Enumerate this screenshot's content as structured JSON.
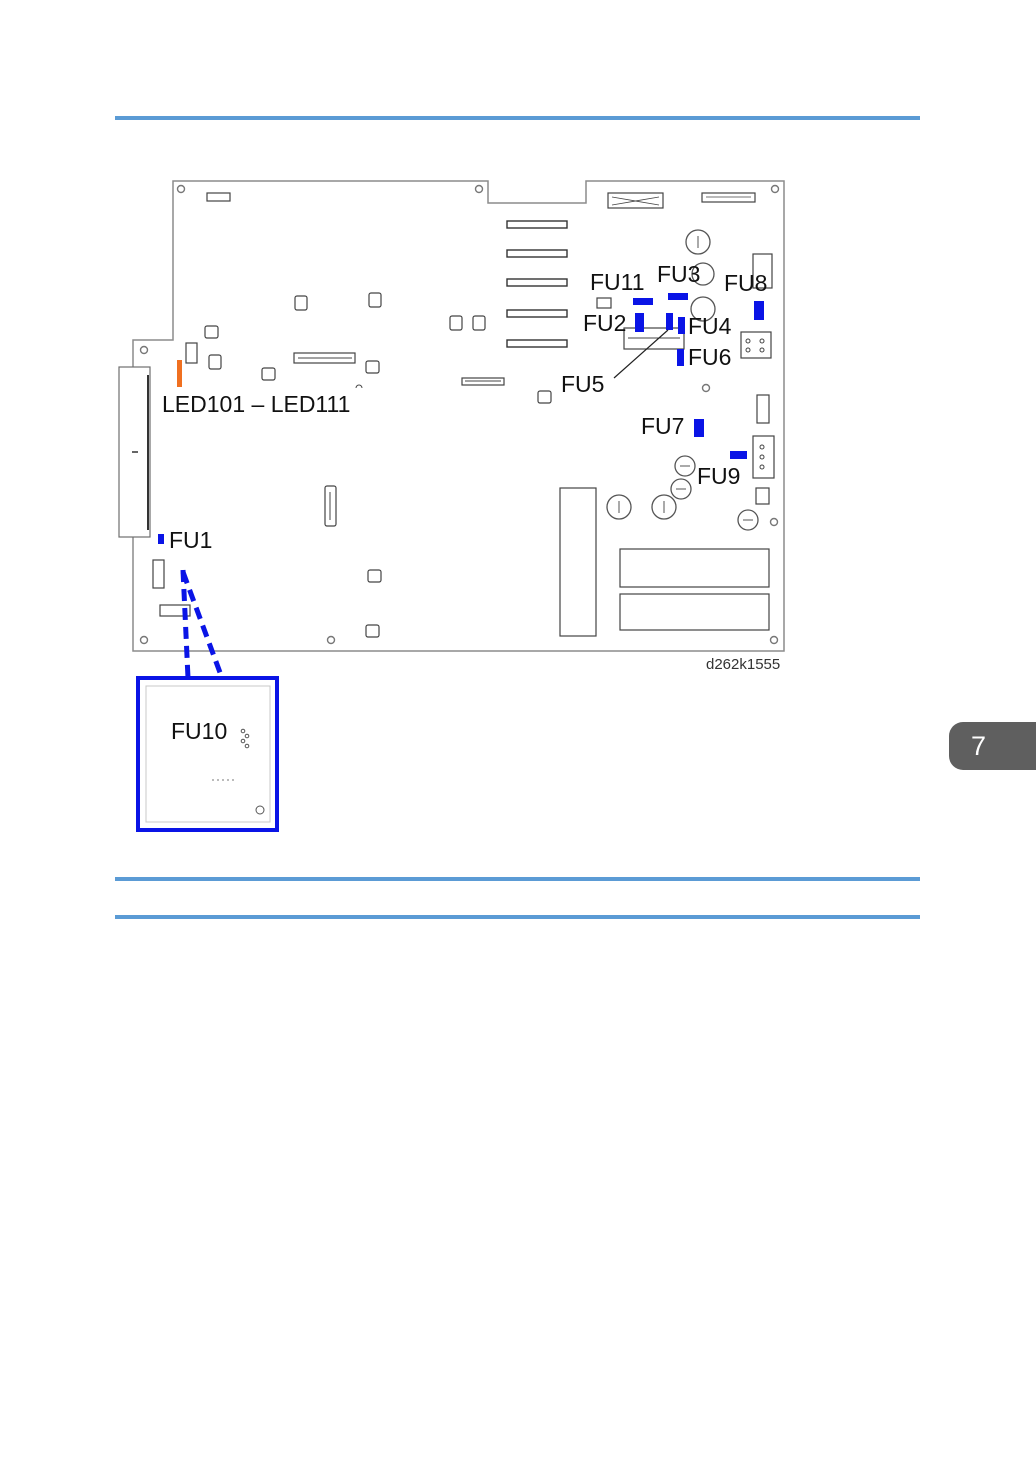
{
  "page": {
    "chapter_tab": "7"
  },
  "diagram": {
    "figure_id": "d262k1555",
    "labels": {
      "led": "LED101 – LED111",
      "fu1": "FU1",
      "fu2": "FU2",
      "fu3": "FU3",
      "fu4": "FU4",
      "fu5": "FU5",
      "fu6": "FU6",
      "fu7": "FU7",
      "fu8": "FU8",
      "fu9": "FU9",
      "fu10": "FU10",
      "fu11": "FU11"
    },
    "colors": {
      "fuse": "#0a14e6",
      "led": "#f07020",
      "board_outline": "#8c8c8c",
      "inset_frame": "#0a14e6",
      "rule": "#5b9bd5"
    }
  }
}
